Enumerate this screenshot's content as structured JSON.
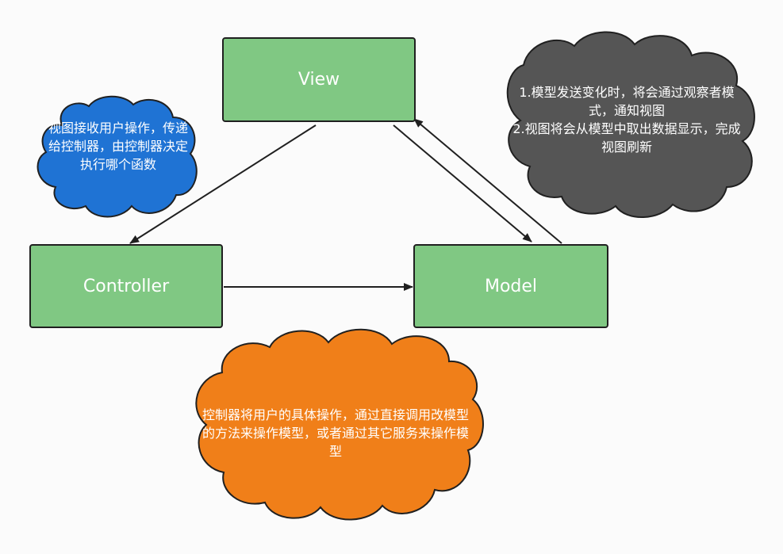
{
  "nodes": {
    "view": "View",
    "controller": "Controller",
    "model": "Model"
  },
  "notes": {
    "blue": "视图接收用户操作，传递给控制器，由控制器决定执行哪个函数",
    "gray_line1": "1.模型发送变化时，将会通过观察者模式，通知视图",
    "gray_line2": "2.视图将会从模型中取出数据显示，完成视图刷新",
    "orange": "控制器将用户的具体操作，通过直接调用改模型的方法来操作模型，或者通过其它服务来操作模型"
  },
  "colors": {
    "node_fill": "#80c883",
    "blue_cloud": "#1f73d4",
    "gray_cloud": "#555555",
    "orange_cloud": "#f07f19",
    "stroke": "#202020"
  }
}
